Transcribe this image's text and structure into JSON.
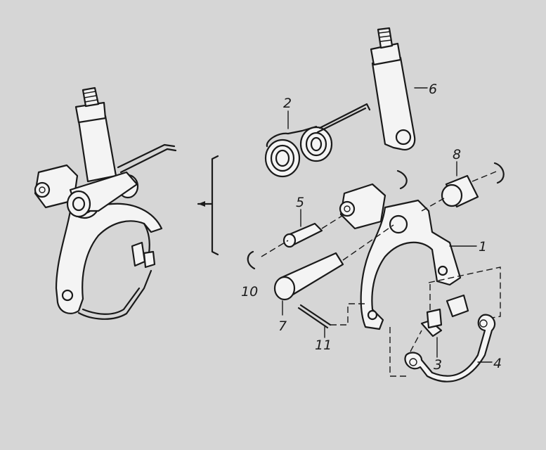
{
  "callouts": {
    "c1": "1",
    "c2": "2",
    "c3": "3",
    "c4": "4",
    "c5": "5",
    "c6": "6",
    "c7": "7",
    "c8": "8",
    "c10": "10",
    "c11": "11"
  },
  "colors": {
    "background": "#d6d6d6",
    "line": "#1a1a1a",
    "part_fill": "#f4f4f4"
  }
}
